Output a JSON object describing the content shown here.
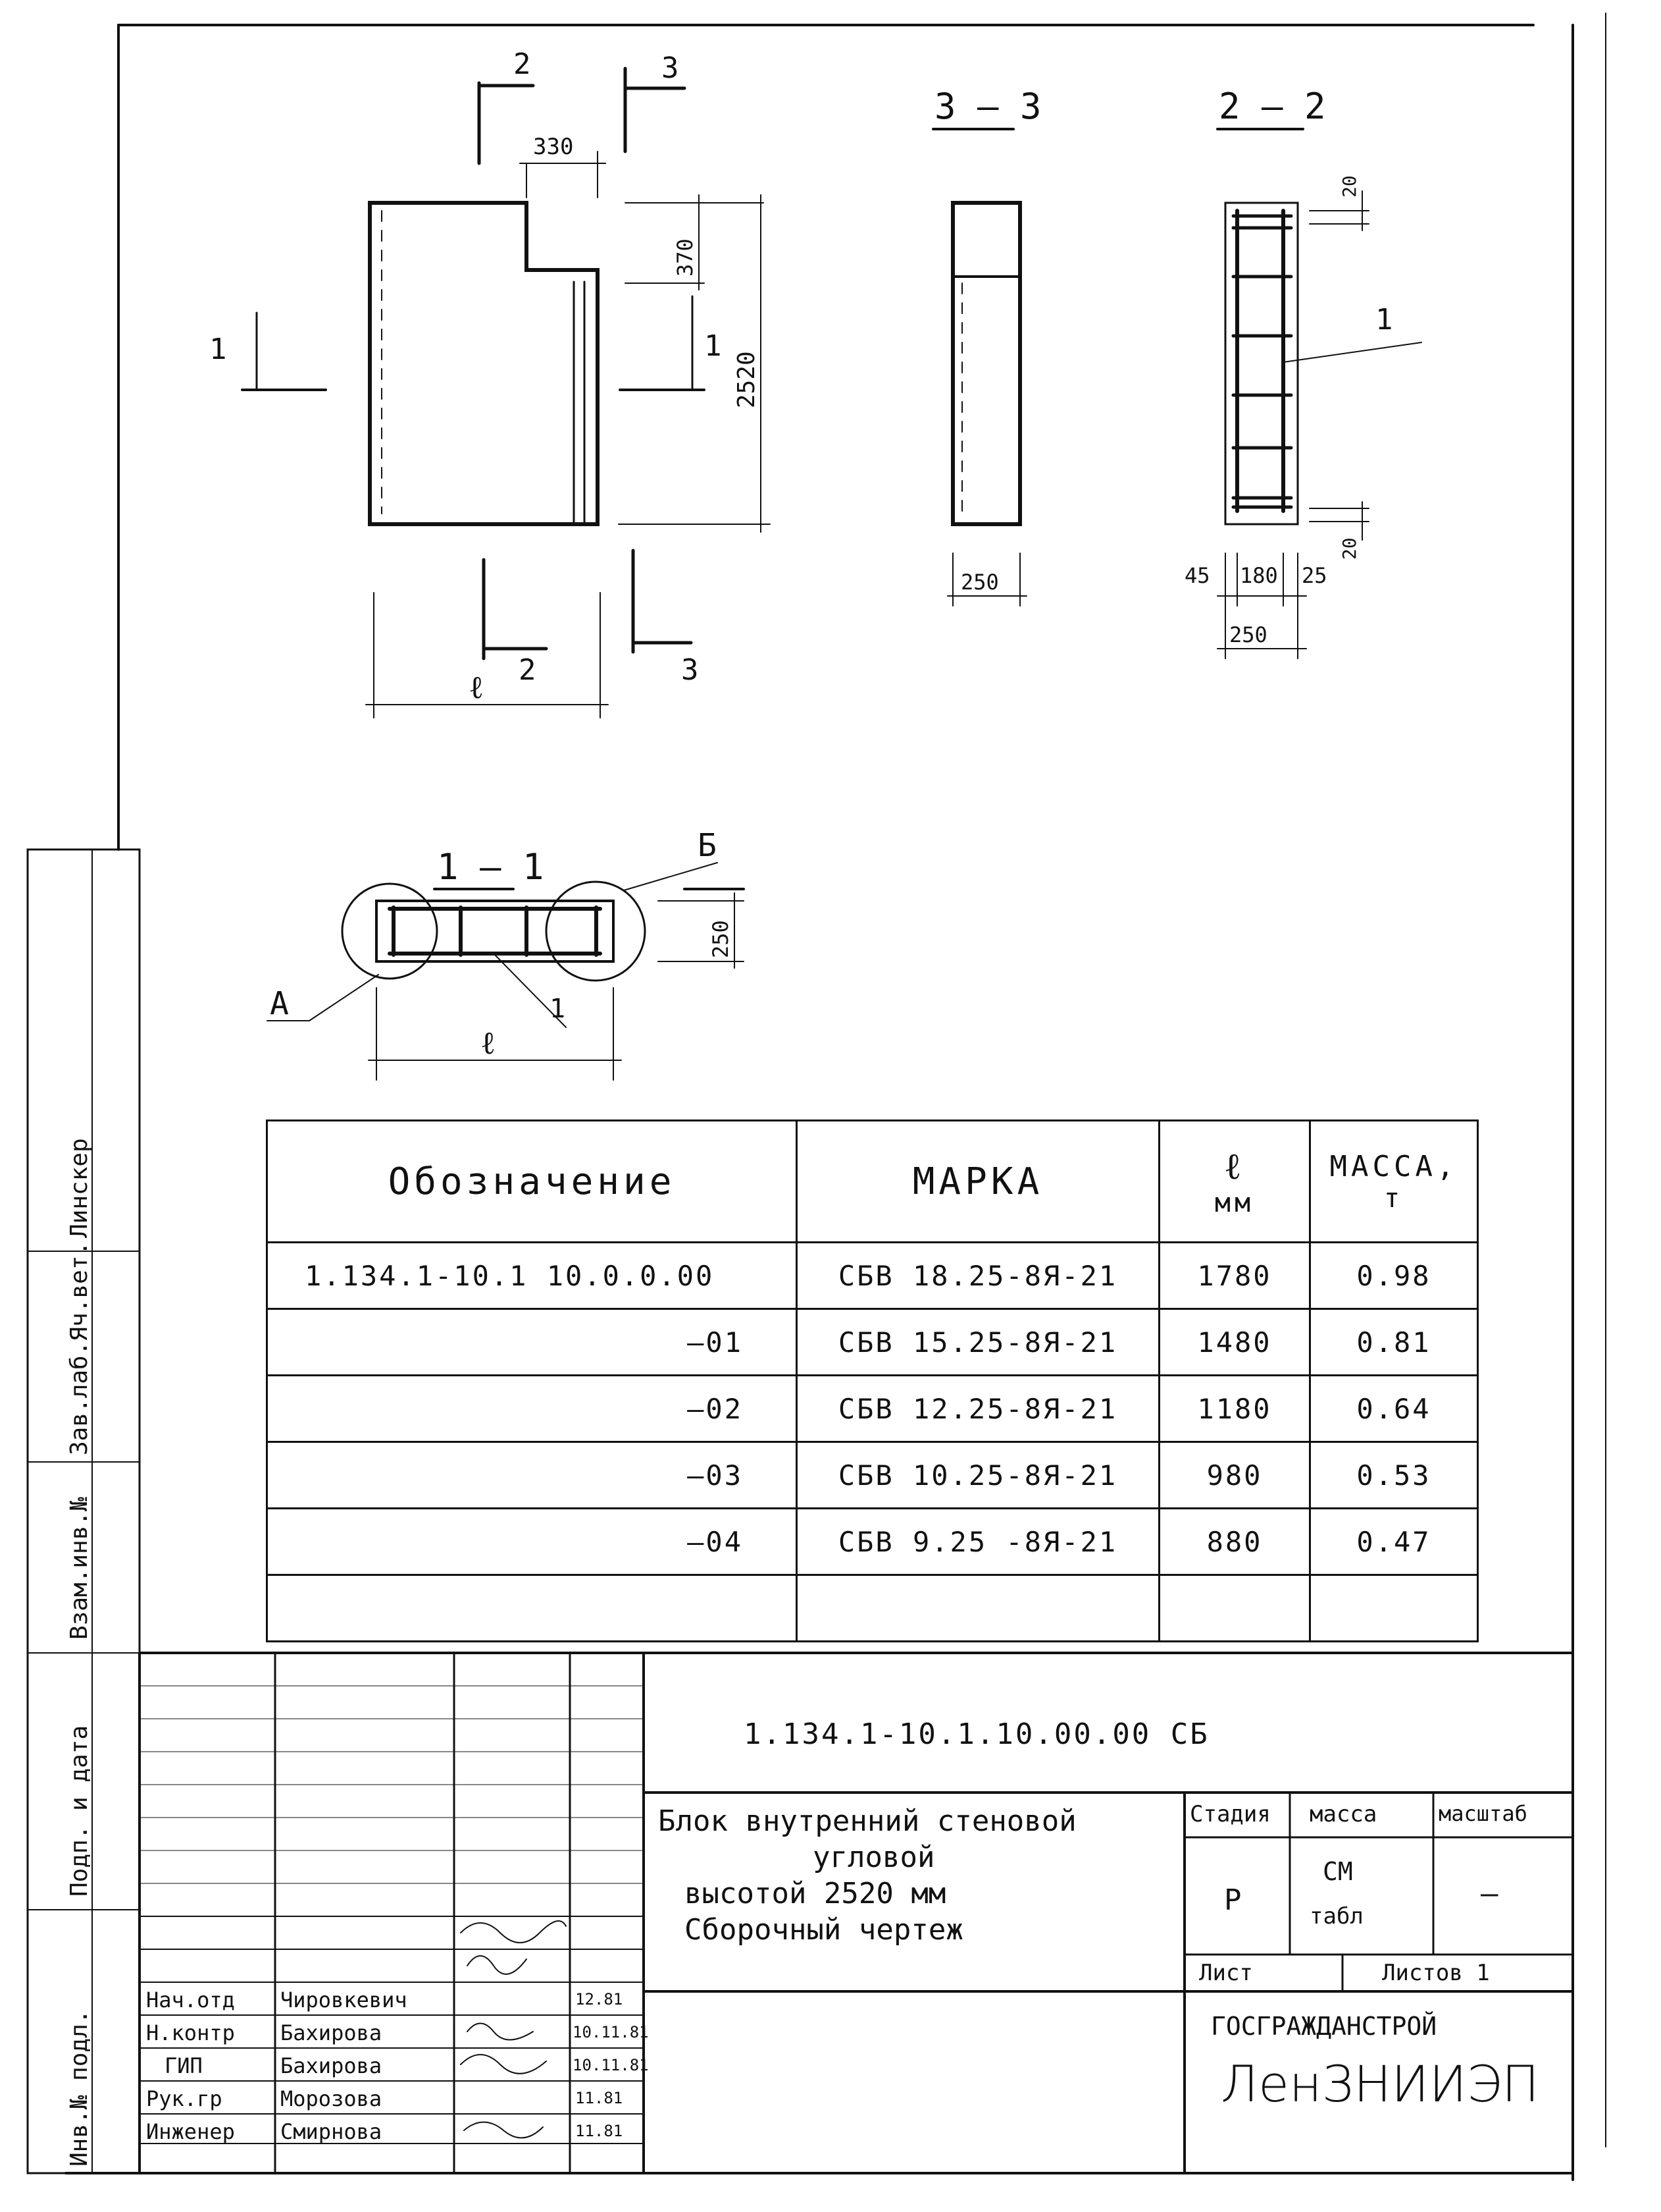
{
  "views": {
    "elevation": {
      "section_marks": {
        "s2": "2",
        "s3": "3",
        "s1": "1"
      },
      "dims": {
        "notch_width": "330",
        "notch_height": "370",
        "height": "2520",
        "length": "ℓ"
      }
    },
    "section_33": {
      "title": "3 — 3",
      "dim_width": "250"
    },
    "section_22": {
      "title": "2 — 2",
      "dim_top": "20",
      "dim_bottom": "20",
      "callout": "1",
      "dims_bottom": [
        "45",
        "180",
        "25"
      ],
      "dim_total": "250"
    },
    "section_11": {
      "title": "1 — 1",
      "callout_a": "А",
      "callout_b": "Б",
      "callout_1": "1",
      "dim_height": "250",
      "dim_length": "ℓ"
    }
  },
  "spec_table": {
    "headers": {
      "designation": "Обозначение",
      "mark": "МАРКА",
      "length_sym": "ℓ",
      "length_unit": "мм",
      "mass": "МАССА,",
      "mass_unit": "т"
    },
    "rows": [
      {
        "designation": "1.134.1-10.1 10.0.0.00",
        "mark": "СБВ   18.25-8Я-21",
        "length": "1780",
        "mass": "0.98"
      },
      {
        "designation": "—01",
        "mark": "СБВ   15.25-8Я-21",
        "length": "1480",
        "mass": "0.81"
      },
      {
        "designation": "—02",
        "mark": "СБВ   12.25-8Я-21",
        "length": "1180",
        "mass": "0.64"
      },
      {
        "designation": "—03",
        "mark": "СБВ   10.25-8Я-21",
        "length": "980",
        "mass": "0.53"
      },
      {
        "designation": "—04",
        "mark": "СБВ   9.25 -8Я-21",
        "length": "880",
        "mass": "0.47"
      }
    ]
  },
  "title_block": {
    "doc_code": "1.134.1-10.1.10.00.00 СБ",
    "title_lines": [
      "Блок внутренний стеновой",
      "угловой",
      "высотой 2520 мм",
      "Сборочный чертеж"
    ],
    "stage_label": "Стадия",
    "mass_label": "масса",
    "scale_label": "масштаб",
    "stage_value": "Р",
    "mass_value_1": "СМ",
    "mass_value_2": "табл",
    "scale_value": "—",
    "sheet_label": "Лист",
    "sheets_label": "Листов 1",
    "org_1": "ГОСГРАЖДАНСТРОЙ",
    "org_2": "ЛенЗНИИЭП",
    "staff": [
      {
        "role": "Нач.отд",
        "name": "Чировкевич",
        "date": "12.81"
      },
      {
        "role": "Н.контр",
        "name": "Бахирова",
        "date": "10.11.81"
      },
      {
        "role": "ГИП",
        "name": "Бахирова",
        "date": "10.11.81"
      },
      {
        "role": "Рук.гр",
        "name": "Морозова",
        "date": "11.81"
      },
      {
        "role": "Инженер",
        "name": "Смирнова",
        "date": "11.81"
      }
    ]
  },
  "side_stamp": {
    "labels": [
      "Инв.№ подл.",
      "Подп. и дата",
      "Взам.инв.№",
      "Зав.лаб.Яч.вет.",
      "Линскер"
    ]
  }
}
